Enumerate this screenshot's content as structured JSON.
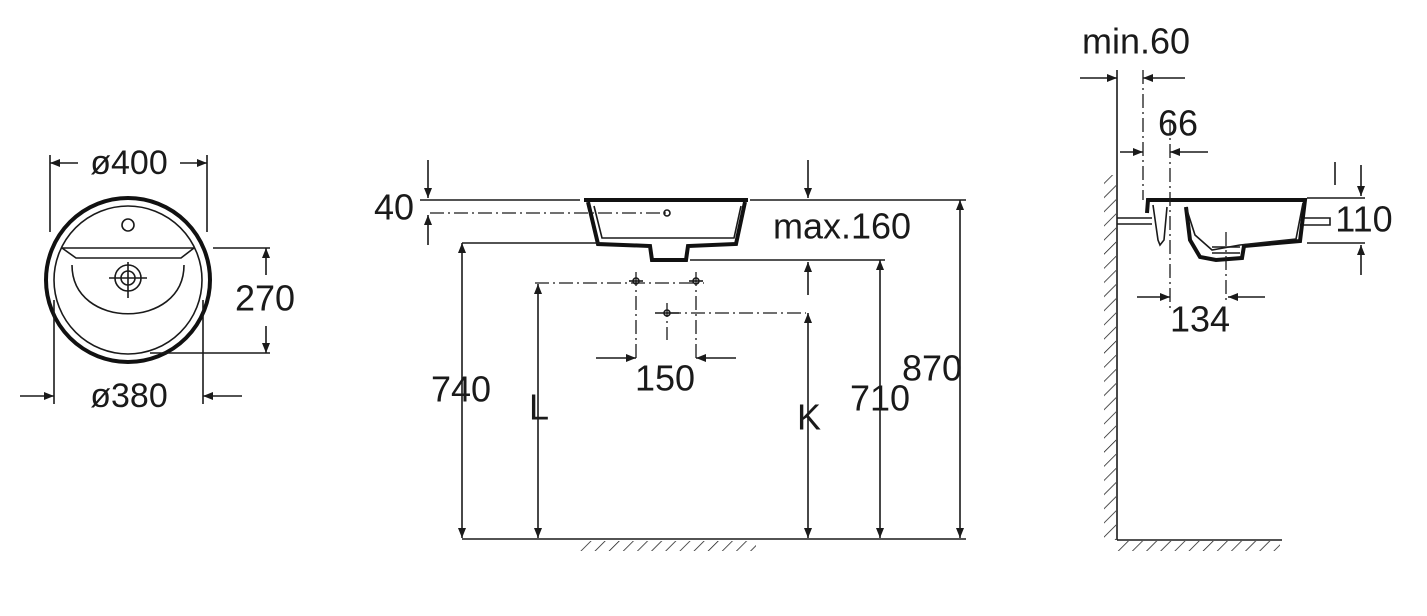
{
  "top_view": {
    "outer_diameter": "ø400",
    "inner_diameter": "ø380",
    "depth_to_drain": "270"
  },
  "front_view": {
    "rim_height": "40",
    "max_below_rim": "max.160",
    "height_740": "740",
    "height_L": "L",
    "tap_spacing": "150",
    "height_K": "K",
    "height_710": "710",
    "height_870": "870"
  },
  "side_view": {
    "wall_min": "min.60",
    "wall_offset": "66",
    "basin_height": "110",
    "drain_offset": "134"
  },
  "colors": {
    "line": "#1a1a1a",
    "background": "#ffffff"
  }
}
